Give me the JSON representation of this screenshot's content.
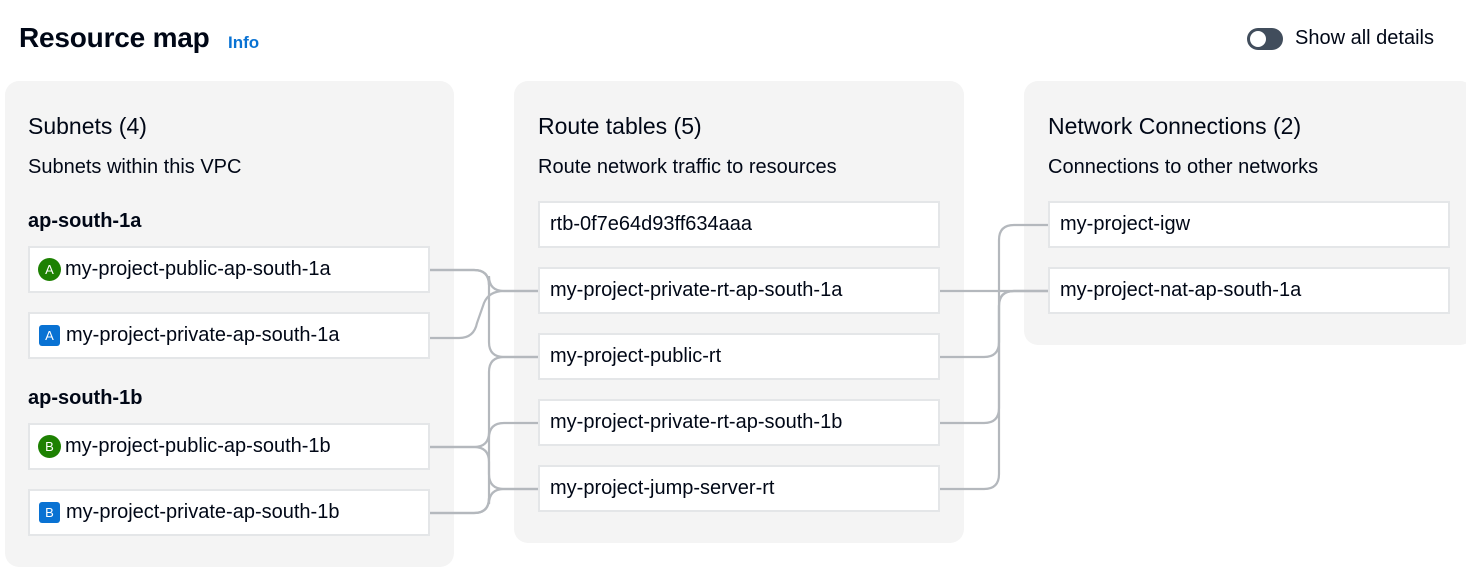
{
  "header": {
    "title": "Resource map",
    "info_label": "Info",
    "toggle_label": "Show all details",
    "toggle_on": false
  },
  "subnets": {
    "title": "Subnets (4)",
    "description": "Subnets within this VPC",
    "zones": [
      {
        "name": "ap-south-1a",
        "items": [
          {
            "badge": "A",
            "badge_shape": "circle",
            "badge_color": "#1d8102",
            "label": "my-project-public-ap-south-1a"
          },
          {
            "badge": "A",
            "badge_shape": "square",
            "badge_color": "#0972d3",
            "label": "my-project-private-ap-south-1a"
          }
        ]
      },
      {
        "name": "ap-south-1b",
        "items": [
          {
            "badge": "B",
            "badge_shape": "circle",
            "badge_color": "#1d8102",
            "label": "my-project-public-ap-south-1b"
          },
          {
            "badge": "B",
            "badge_shape": "square",
            "badge_color": "#0972d3",
            "label": "my-project-private-ap-south-1b"
          }
        ]
      }
    ]
  },
  "route_tables": {
    "title": "Route tables (5)",
    "description": "Route network traffic to resources",
    "items": [
      {
        "label": "rtb-0f7e64d93ff634aaa"
      },
      {
        "label": "my-project-private-rt-ap-south-1a"
      },
      {
        "label": "my-project-public-rt"
      },
      {
        "label": "my-project-private-rt-ap-south-1b"
      },
      {
        "label": "my-project-jump-server-rt"
      }
    ]
  },
  "network_connections": {
    "title": "Network Connections (2)",
    "description": "Connections to other networks",
    "items": [
      {
        "label": "my-project-igw"
      },
      {
        "label": "my-project-nat-ap-south-1a"
      }
    ]
  },
  "colors": {
    "link": "#0972d3",
    "public_badge": "#1d8102",
    "private_badge": "#0972d3",
    "connector": "#b4b8bd",
    "panel_bg": "#f4f4f4"
  }
}
